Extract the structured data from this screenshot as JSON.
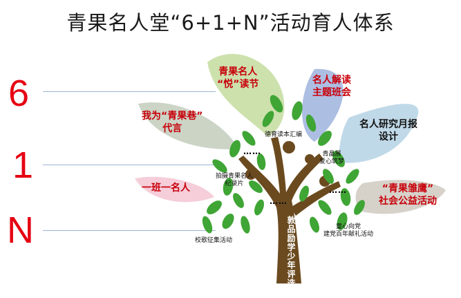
{
  "title": "青果名人堂“6+1+N”活动育人体系",
  "side_numbers": [
    "6",
    "1",
    "N"
  ],
  "leaf_labels": {
    "yuedu": "青果名人\n“悦”读节",
    "jiedu": "名人解读\n主题班会",
    "qingguoxiang": "我为“青果巷”\n代言",
    "yuebao": "名人研究月报\n设计",
    "yiban": "一班一名人",
    "chuying": "“青果雏鹰”\n社会公益活动"
  },
  "small_labels": {
    "dushi": "德育读本汇编",
    "shipin": "拍摄青果名人\n纪录片",
    "zhumeng": "青晶展\n爱心筑梦",
    "geyao": "校歌征集活动",
    "dangshi": "童心向党\n建党百年献礼活动"
  },
  "trunk_text": "敦品励学少年评选",
  "ellipsis": "……",
  "colors": {
    "title": "#1a1a1a",
    "numbers": "#e60012",
    "label_red": "#c8000a",
    "trunk": "#6b4a1f",
    "leaf_green": "#3fa535"
  }
}
